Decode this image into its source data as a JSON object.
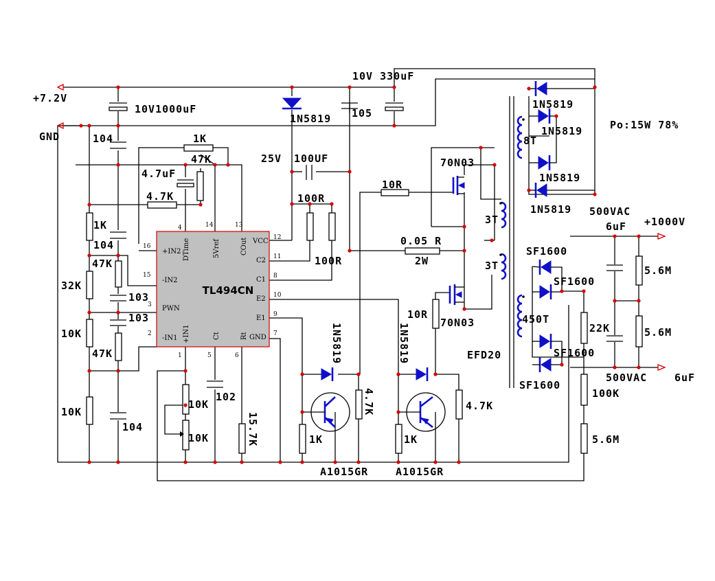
{
  "labels": {
    "vin": "+7.2V",
    "gnd": "GND",
    "c_in": "10V1000uF",
    "c_in2": "104",
    "r_1k_top": "1K",
    "r_47k_top": "47K",
    "c_4u7": "4.7uF",
    "r_4k7_top": "4.7K",
    "r_1k_left": "1K",
    "c_104_left": "104",
    "r_47k_a": "47K",
    "r_32k": "32K",
    "c_103_a": "103",
    "c_103_b": "103",
    "r_10k_a": "10K",
    "r_47k_b": "47K",
    "r_10k_b": "10K",
    "c_104_bot": "104",
    "c_10v330": "10V 330uF",
    "diode_in": "1N5819",
    "c_105": "105",
    "c_25v": "25V",
    "c_100uf": "100UF",
    "r_100r_a": "100R",
    "r_100r_b": "100R",
    "r_10r_top": "10R",
    "mos_top": "70N03",
    "r_sense": "0.05 R",
    "r_sense_pwr": "2W",
    "r_10r_bot": "10R",
    "mos_bot": "70N03",
    "d_q1": "1N5819",
    "d_q2": "1N5819",
    "r_4k7_q1": "4.7K",
    "r_4k7_q2": "4.7K",
    "r_1k_q1": "1K",
    "r_1k_q2": "1K",
    "q1": "A1015GR",
    "q2": "A1015GR",
    "r_10k_c": "10K",
    "pot_10k": "10K",
    "c_102": "102",
    "r_15k7": "15.7K",
    "sec_d1": "1N5819",
    "sec_d2": "1N5819",
    "sec_d3": "1N5819",
    "sec_d4": "1N5819",
    "aux_turns": "8T",
    "pri_a": "3T",
    "pri_b": "3T",
    "sec_turns": "450T",
    "core": "EFD20",
    "po": "Po:15W 78%",
    "hv_d1": "SF1600",
    "hv_d2": "SF1600",
    "hv_d3": "SF1600",
    "hv_d4": "SF1600",
    "c_out_v_top": "500VAC",
    "c_out_uf_top": "6uF",
    "vout": "+1000V",
    "r_5m6_a": "5.6M",
    "r_5m6_b": "5.6M",
    "r_22k": "22K",
    "c_out_v_bot": "500VAC",
    "c_out_uf_bot": "6uF",
    "r_100k": "100K",
    "r_5m6_c": "5.6M"
  },
  "ic": {
    "name": "TL494CN",
    "pins": {
      "p16": "16",
      "p4": "4",
      "p14": "14",
      "p13": "13",
      "p12": "12",
      "p11": "11",
      "p8": "8",
      "p10": "10",
      "p9": "9",
      "p7": "7",
      "p15": "15",
      "p3": "3",
      "p2": "2",
      "p1": "1",
      "p5": "5",
      "p6": "6"
    },
    "names": {
      "in2p": "+IN2",
      "in2n": "-IN2",
      "pwn": "PWN",
      "in1n": "-IN1",
      "dtime": "DTime",
      "vref": "5Vref",
      "cout": "COut",
      "vcc": "VCC",
      "c2": "C2",
      "c1": "C1",
      "e2": "E2",
      "e1": "E1",
      "gnd": "GND",
      "in1p": "+IN1",
      "ct": "Ct",
      "rt": "Rt"
    }
  },
  "colors": {
    "wire": "#000000",
    "node": "#d40000",
    "semiconductor": "#1010c8",
    "ic_body": "#c0c0c0",
    "ic_border": "#d40000"
  }
}
